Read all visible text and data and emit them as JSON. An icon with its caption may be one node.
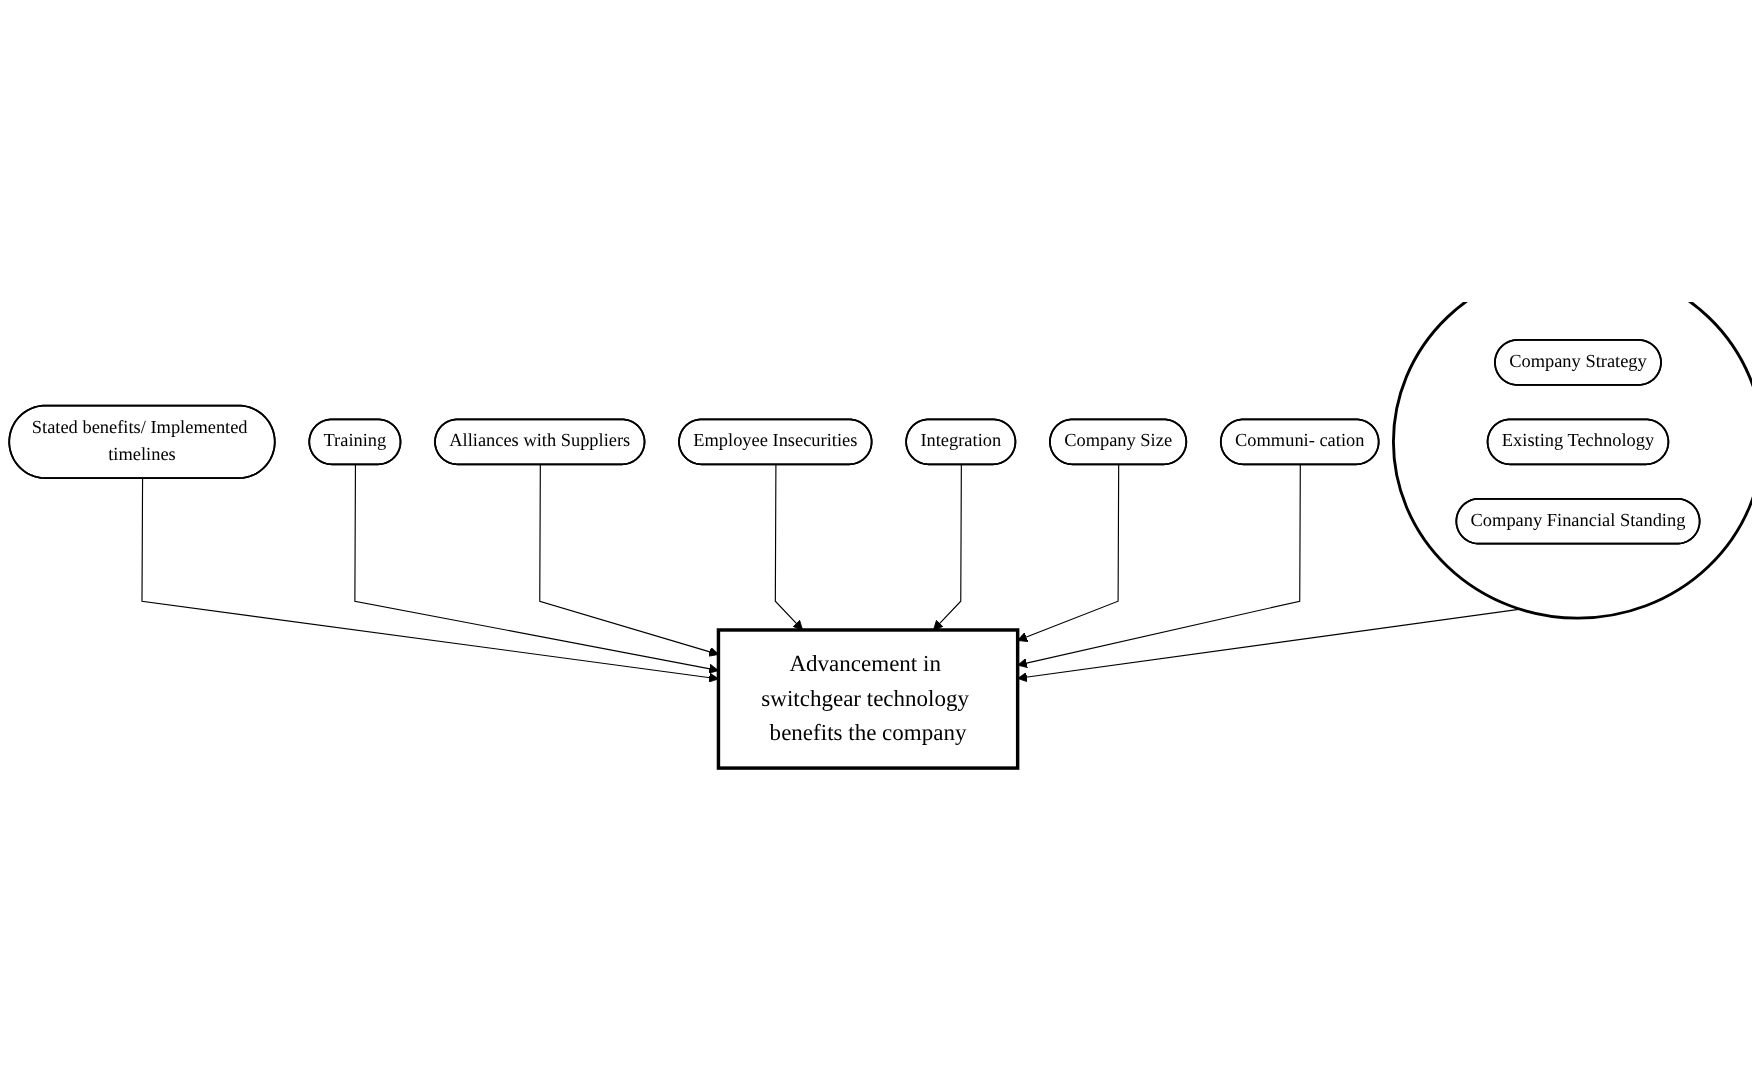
{
  "diagram": {
    "nodes": [
      {
        "text": [],
        "shape": "circle"
      },
      {
        "text": [
          "Company Strategy"
        ],
        "in": 0
      },
      {
        "text": [
          "Existing Technology"
        ],
        "in": 0
      },
      {
        "text": [
          "Company Financial Standing"
        ],
        "in": 0
      },
      {
        "text": [
          "Stated benefits/ Implemented timelines"
        ]
      },
      {
        "text": [
          "Training"
        ]
      },
      {
        "text": [
          "Advancement in switchgear technology benefits the company"
        ]
      },
      {
        "text": [
          "Alliances with Suppliers"
        ]
      },
      {
        "text": [
          "Employee Insecurities"
        ]
      },
      {
        "text": [
          "Integration"
        ]
      },
      {
        "text": [
          "Company Size"
        ]
      },
      {
        "text": [
          "Communi- cation"
        ]
      }
    ],
    "edges": [
      {
        "from": 0,
        "to": 6,
        "arrow": "to"
      },
      {
        "from": 4,
        "to": 6,
        "arrow": "to"
      },
      {
        "from": 5,
        "to": 6,
        "arrow": "to"
      },
      {
        "from": 7,
        "to": 6,
        "arrow": "to"
      },
      {
        "from": 8,
        "to": 6,
        "arrow": "to"
      },
      {
        "from": 9,
        "to": 6,
        "arrow": "to"
      },
      {
        "from": 10,
        "to": 6,
        "arrow": "to"
      },
      {
        "from": 11,
        "to": 6,
        "arrow": "to"
      }
    ]
  }
}
